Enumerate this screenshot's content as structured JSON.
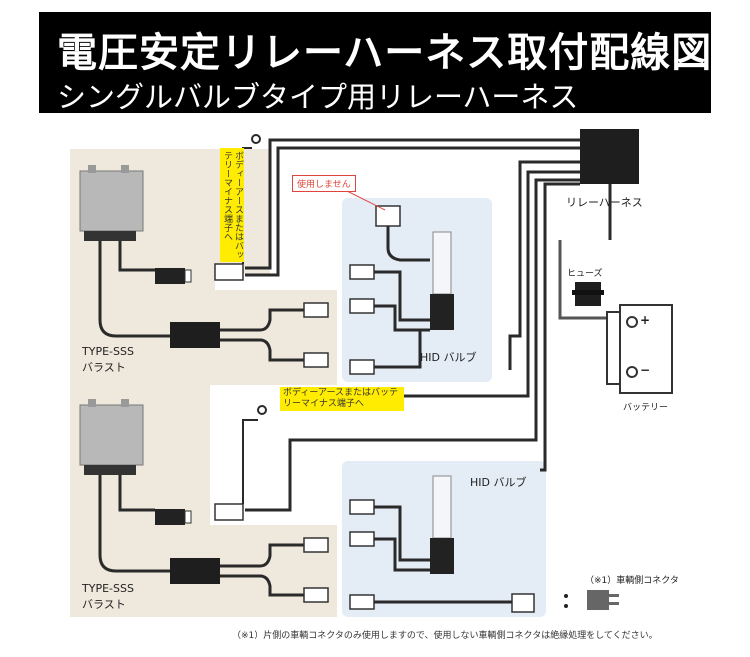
{
  "header": {
    "title": "電圧安定リレーハーネス取付配線図",
    "subtitle": "シングルバルブタイプ用リレーハーネス"
  },
  "labels": {
    "ballast_top_1": "TYPE-SSS",
    "ballast_top_2": "バラスト",
    "ballast_bottom_1": "TYPE-SSS",
    "ballast_bottom_2": "バラスト",
    "hid_bulb_top": "HID バルブ",
    "hid_bulb_bottom": "HID バルブ",
    "relay_harness": "リレーハーネス",
    "fuse": "ヒューズ",
    "battery": "バッテリー",
    "battery_plus": "+",
    "battery_minus": "−",
    "not_used": "使用しません",
    "ground_note_top": "ボディーアースまたはバッテリーマイナス端子へ",
    "ground_note_bottom": "ボディーアースまたはバッテリーマイナス端子へ",
    "vehicle_connector": "（※1）車輌側コネクタ",
    "footnote": "（※1）片側の車輌コネクタのみ使用しますので、使用しない車輌側コネクタは絶縁処理をしてください。"
  },
  "colors": {
    "ballast_bg": "#efe8dc",
    "bulb_bg": "#e4ecf6",
    "wire": "#2a2a2a",
    "highlight": "#ffec00",
    "warning": "#e0443c"
  }
}
